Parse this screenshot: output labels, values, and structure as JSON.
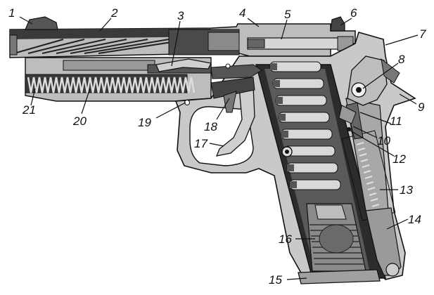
{
  "labels": {
    "n1": "1",
    "n2": "2",
    "n3": "3",
    "n4": "4",
    "n5": "5",
    "n6": "6",
    "n7": "7",
    "n8": "8",
    "n9": "9",
    "n10": "10",
    "n11": "11",
    "n12": "12",
    "n13": "13",
    "n14": "14",
    "n15": "15",
    "n16": "16",
    "n17": "17",
    "n18": "18",
    "n19": "19",
    "n20": "20",
    "n21": "21"
  },
  "colors": {
    "metal_dark": "#2a2a2a",
    "metal_mid": "#7a7a7a",
    "metal_light": "#b8b8b8",
    "metal_pale": "#dcdcdc",
    "outline": "#111111"
  }
}
